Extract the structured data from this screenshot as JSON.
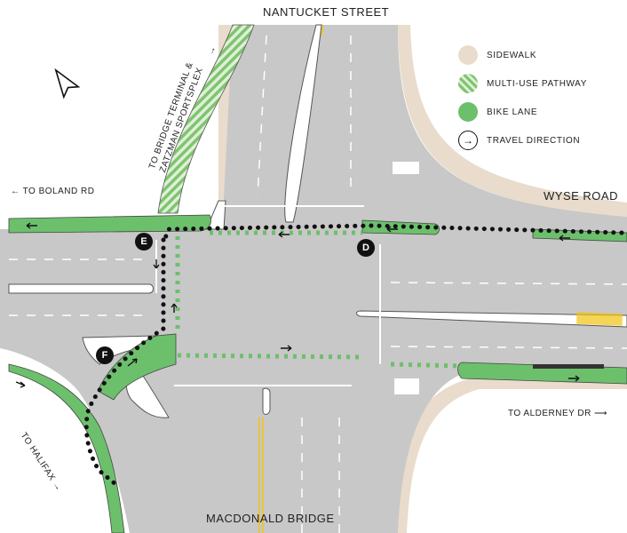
{
  "streets": {
    "north": "NANTUCKET STREET",
    "south": "MACDONALD BRIDGE",
    "east": "WYSE ROAD"
  },
  "destinations": {
    "west": "← TO BOLAND RD",
    "east": "TO ALDERNEY DR ⟶",
    "southwest": "TO HALIFAX →",
    "north_line1": "TO BRIDGE TERMINAL &",
    "north_line2": "ZATZMAN SPORTSPLEX",
    "north_arrow": "→"
  },
  "legend": [
    {
      "label": "SIDEWALK",
      "kind": "sidewalk",
      "color": "#eadccd"
    },
    {
      "label": "MULTI-USE PATHWAY",
      "kind": "pathway",
      "color": "#8fcf80"
    },
    {
      "label": "BIKE LANE",
      "kind": "bike",
      "color": "#6cc06c"
    },
    {
      "label": "TRAVEL DIRECTION",
      "kind": "direction",
      "color": "#111111"
    }
  ],
  "markers": {
    "d": "D",
    "e": "E",
    "f": "F"
  },
  "colors": {
    "road": "#c8c8c8",
    "sidewalk": "#e9dccc",
    "bike": "#6cc06c",
    "route": "#111111",
    "median": "#ffffff",
    "yellow": "#f2c40f"
  },
  "icons": {
    "north_arrow": "north-arrow-icon"
  }
}
